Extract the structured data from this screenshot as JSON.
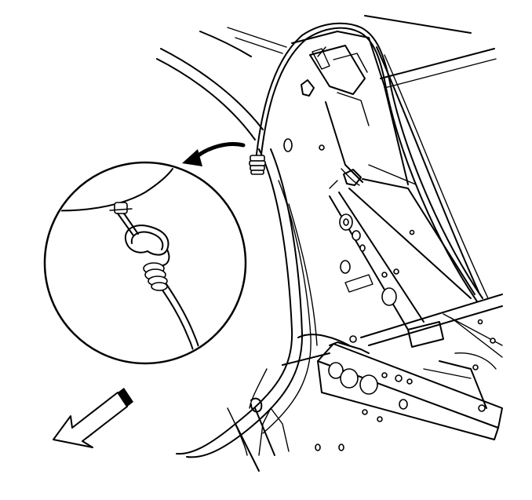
{
  "figure": {
    "background": "#ffffff",
    "line_color": "#000000",
    "components": [
      "body-panel-structure",
      "cable-assembly",
      "cable-connector",
      "detail-magnifier-circle",
      "callout-arrow",
      "direction-arrow"
    ]
  }
}
